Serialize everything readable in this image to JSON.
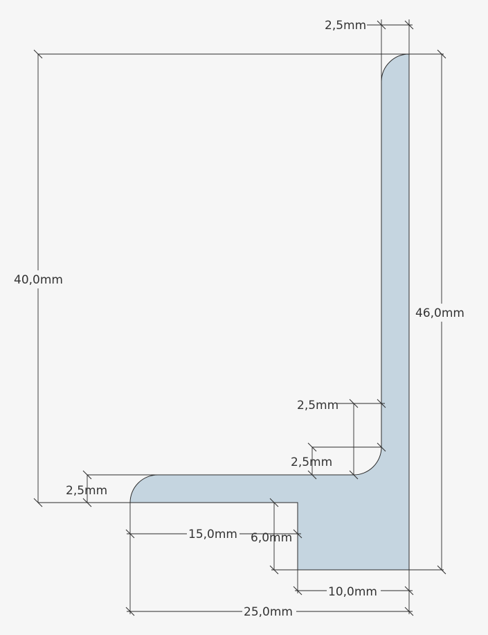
{
  "colors": {
    "background": "#f6f6f6",
    "profile_fill": "#c5d5e0",
    "line": "#2b2b2b",
    "text": "#333333"
  },
  "dimensions": {
    "top_thickness": "2,5mm",
    "left_height": "40,0mm",
    "right_height": "46,0mm",
    "inner_radius_h": "2,5mm",
    "inner_radius_v": "2,5mm",
    "left_flange_radius": "2,5mm",
    "bottom_step_width": "15,0mm",
    "bottom_step_height": "6,0mm",
    "base_width": "10,0mm",
    "total_width": "25,0mm"
  }
}
